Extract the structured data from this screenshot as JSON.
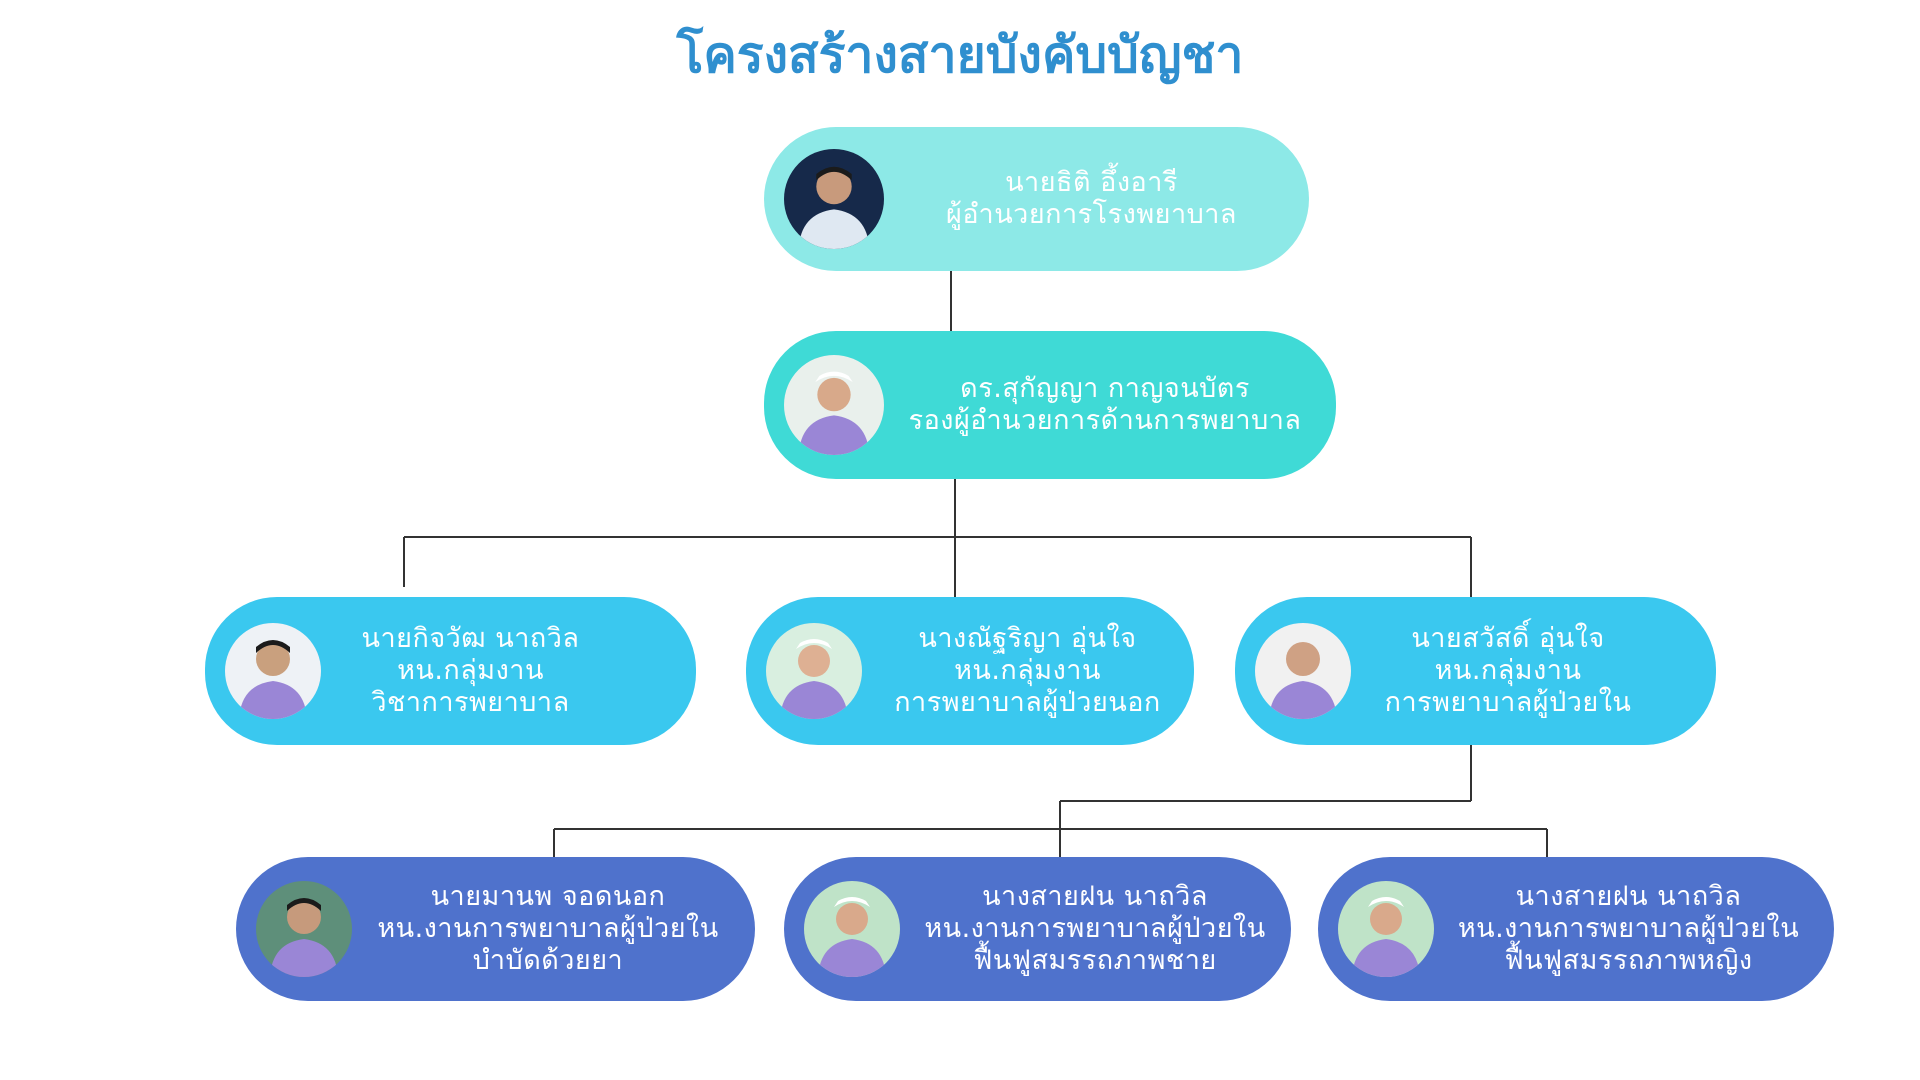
{
  "title": "โครงสร้างสายบังคับบัญชา",
  "colors": {
    "title": "#2f8fcf",
    "level1": "#8de9e7",
    "level2": "#3fdad6",
    "level3": "#3ac8ef",
    "level4": "#4f72cc",
    "connector": "#333333"
  },
  "nodes": [
    {
      "id": "director",
      "lines": [
        "นายธิติ อึ้งอารี",
        "ผู้อำนวยการโรงพยาบาล"
      ],
      "icon": "person-avatar-icon"
    },
    {
      "id": "deputy",
      "lines": [
        "ดร.สุกัญญา กาญจนบัตร",
        "รองผู้อำนวยการด้านการพยาบาล"
      ],
      "icon": "nurse-avatar-icon"
    },
    {
      "id": "academic",
      "lines": [
        "นายกิจวัฒ  นาถวิล",
        "หน.กลุ่มงาน",
        "วิชาการพยาบาล"
      ],
      "icon": "person-avatar-icon"
    },
    {
      "id": "opd",
      "lines": [
        "นางณัฐริญา  อุ่นใจ",
        "หน.กลุ่มงาน",
        "การพยาบาลผู้ป่วยนอก"
      ],
      "icon": "nurse-avatar-icon"
    },
    {
      "id": "ipd",
      "lines": [
        "นายสวัสดิ์  อุ่นใจ",
        "หน.กลุ่มงาน",
        "การพยาบาลผู้ป่วยใน"
      ],
      "icon": "person-avatar-icon"
    },
    {
      "id": "drug",
      "lines": [
        "นายมานพ จอดนอก",
        "หน.งานการพยาบาลผู้ป่วยใน",
        "บำบัดด้วยยา"
      ],
      "icon": "person-avatar-icon"
    },
    {
      "id": "rehab-male",
      "lines": [
        "นางสายฝน  นาถวิล",
        "หน.งานการพยาบาลผู้ป่วยใน",
        "ฟื้นฟูสมรรถภาพชาย"
      ],
      "icon": "nurse-avatar-icon"
    },
    {
      "id": "rehab-female",
      "lines": [
        "นางสายฝน  นาถวิล",
        "หน.งานการพยาบาลผู้ป่วยใน",
        "ฟื้นฟูสมรรถภาพหญิง"
      ],
      "icon": "nurse-avatar-icon"
    }
  ]
}
